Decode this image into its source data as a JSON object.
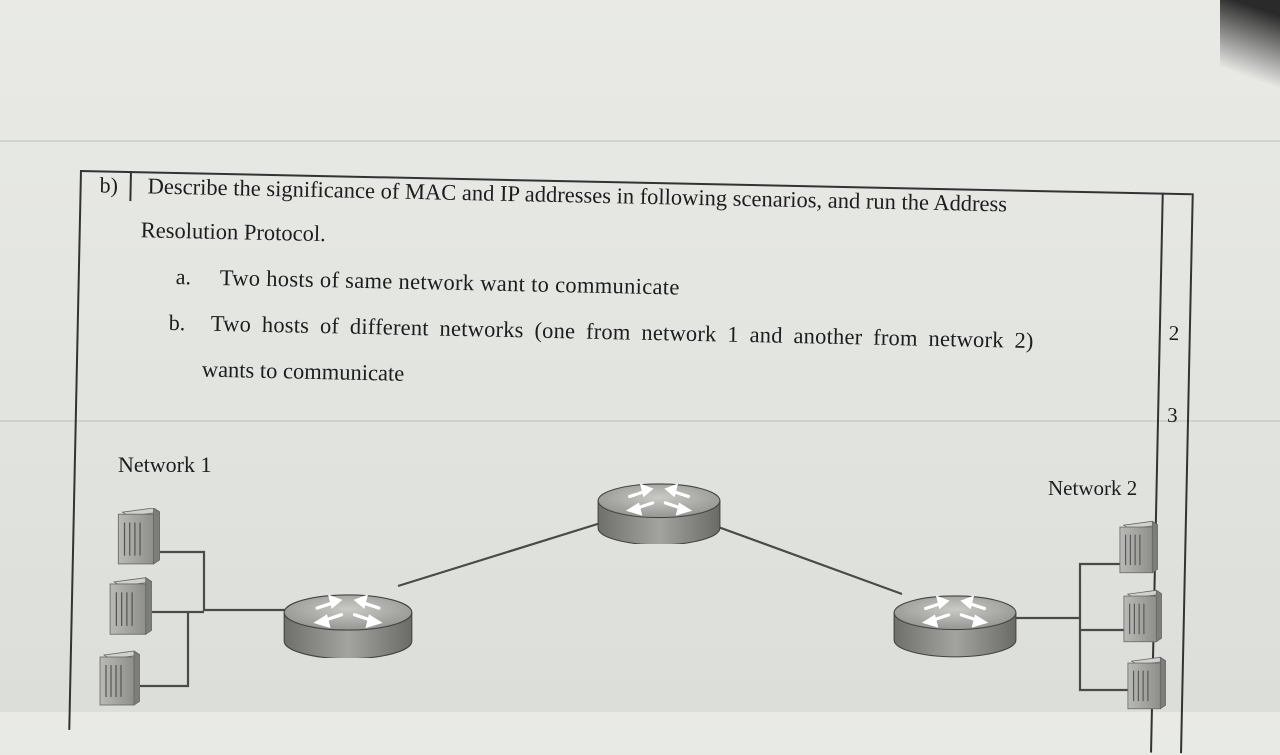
{
  "question": {
    "label": "b)",
    "text_line1": "Describe the significance of MAC and IP addresses in following scenarios, and run the Address",
    "text_line2": "Resolution Protocol.",
    "parts": [
      {
        "mark": "a.",
        "text": "Two hosts of same network want to communicate"
      },
      {
        "mark": "b.",
        "text_line1": "Two hosts of different networks (one from network 1 and another from network 2)",
        "text_line2": "wants to communicate"
      }
    ],
    "marks": [
      "2",
      "3"
    ]
  },
  "diagram": {
    "network1_label": "Network 1",
    "network2_label": "Network 2",
    "icons": [
      "server-icon",
      "router-icon"
    ]
  }
}
